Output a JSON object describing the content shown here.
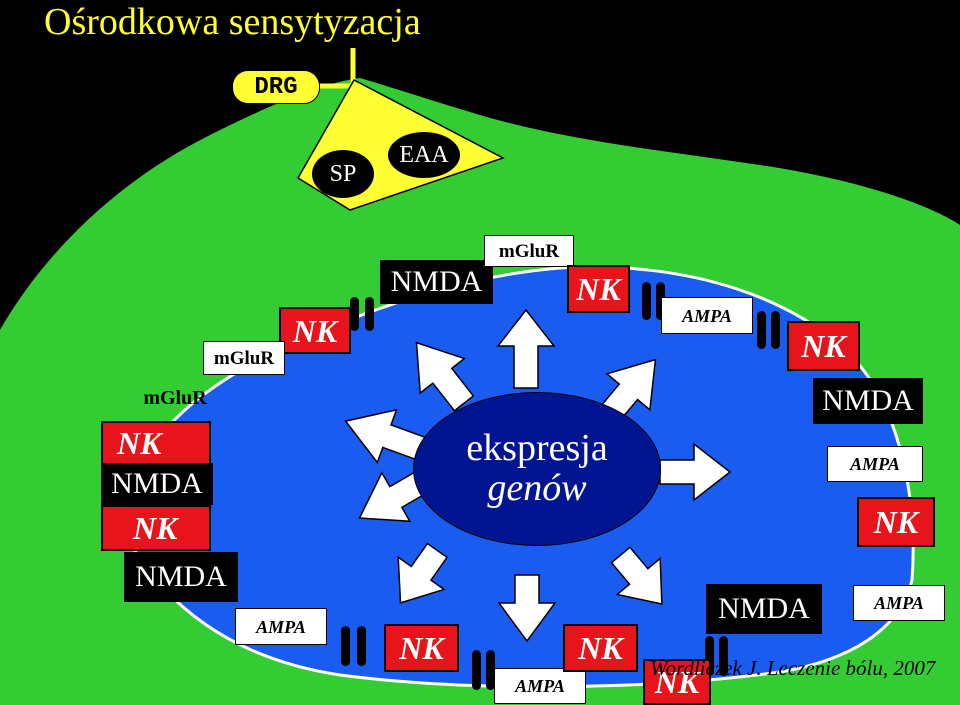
{
  "title": "Ośrodkowa  sensytyzacja",
  "neuron": {
    "drg": "DRG",
    "sp": "SP",
    "eaa": "EAA"
  },
  "nucleus": {
    "line1": "ekspresja",
    "line2": "genów"
  },
  "receptors": {
    "nk": "NK",
    "nmda": "NMDA",
    "ampa": "AMPA",
    "mglur": "mGluR"
  },
  "citation": "Wordliczek J. Leczenie bólu, 2007",
  "colors": {
    "background": "#000000",
    "tissue": "#33cc33",
    "cell": "#1a5cf0",
    "nucleus": "#00158f",
    "neuron": "#ffff33",
    "nk_box": "#e8141b",
    "title": "#ffff33"
  }
}
